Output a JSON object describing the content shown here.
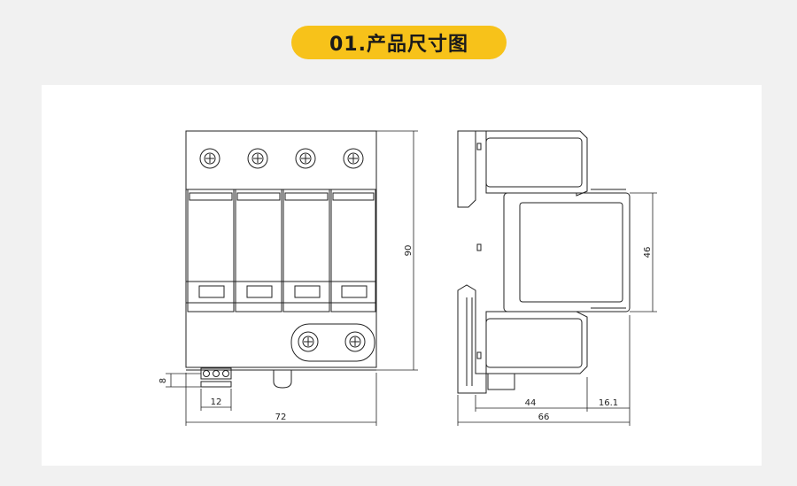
{
  "header": {
    "title": "01.产品尺寸图"
  },
  "dimensions": {
    "front_width": "72",
    "front_height": "90",
    "terminal_pitch": "12",
    "terminal_height": "8",
    "side_depth_left": "44",
    "side_depth_right": "16.1",
    "side_total": "66",
    "side_window_height": "46"
  },
  "colors": {
    "accent": "#f7c21a",
    "line": "#222222"
  }
}
